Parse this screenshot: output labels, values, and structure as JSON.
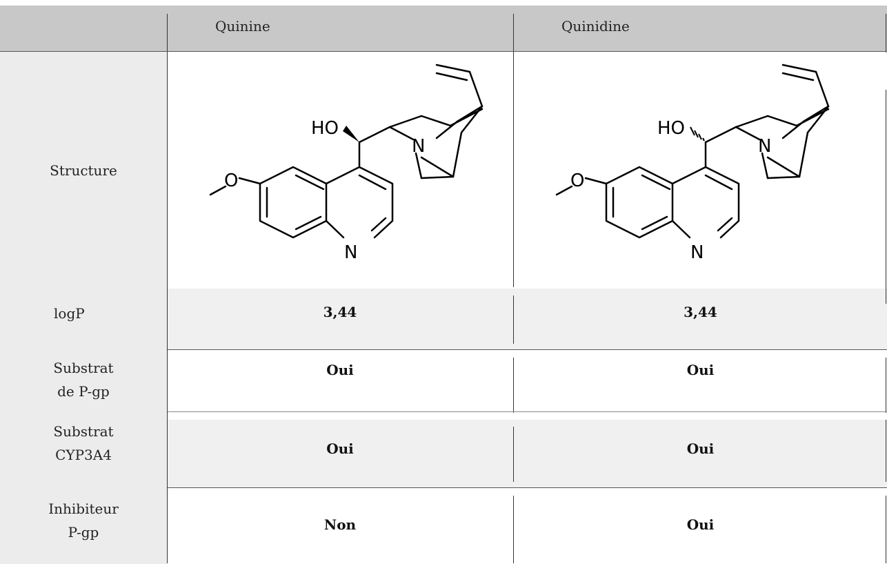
{
  "table": {
    "headers": [
      "",
      "Quinine",
      "Quinidine"
    ],
    "rows": [
      {
        "label_lines": [
          "Structure"
        ],
        "values": [
          "",
          ""
        ]
      },
      {
        "label_lines": [
          "logP"
        ],
        "values": [
          "3,44",
          "3,44"
        ]
      },
      {
        "label_lines": [
          "Substrat",
          "de P-gp"
        ],
        "values": [
          "Oui",
          "Oui"
        ]
      },
      {
        "label_lines": [
          "Substrat",
          "CYP3A4"
        ],
        "values": [
          "Oui",
          "Oui"
        ]
      },
      {
        "label_lines": [
          "Inhibiteur",
          "P-gp"
        ],
        "values": [
          "Non",
          "Oui"
        ]
      }
    ]
  },
  "structure_atoms": {
    "quinine": {
      "hydroxyl": "HO",
      "methoxy_oxygen": "O",
      "bridge_nitrogen": "N",
      "ring_nitrogen": "N"
    },
    "quinidine": {
      "hydroxyl": "HO",
      "methoxy_oxygen": "O",
      "bridge_nitrogen": "N",
      "ring_nitrogen": "N"
    }
  }
}
